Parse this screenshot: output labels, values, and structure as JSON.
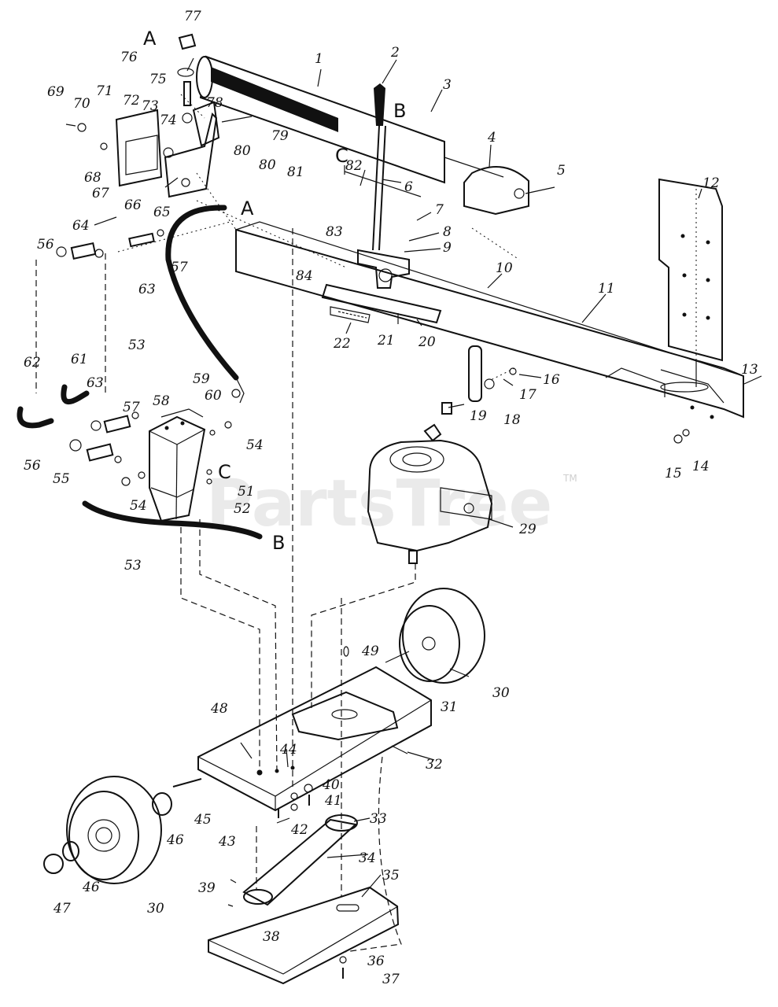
{
  "watermark": "PartsTree",
  "trademark": "TM",
  "connection_markers": [
    "A",
    "B",
    "C"
  ],
  "callouts": [
    {
      "id": "1",
      "label": "1"
    },
    {
      "id": "2",
      "label": "2"
    },
    {
      "id": "3",
      "label": "3"
    },
    {
      "id": "4",
      "label": "4"
    },
    {
      "id": "5",
      "label": "5"
    },
    {
      "id": "6",
      "label": "6"
    },
    {
      "id": "7",
      "label": "7"
    },
    {
      "id": "8",
      "label": "8"
    },
    {
      "id": "9",
      "label": "9"
    },
    {
      "id": "10",
      "label": "10"
    },
    {
      "id": "11",
      "label": "11"
    },
    {
      "id": "12",
      "label": "12"
    },
    {
      "id": "13",
      "label": "13"
    },
    {
      "id": "14",
      "label": "14"
    },
    {
      "id": "15",
      "label": "15"
    },
    {
      "id": "16",
      "label": "16"
    },
    {
      "id": "17",
      "label": "17"
    },
    {
      "id": "18",
      "label": "18"
    },
    {
      "id": "19",
      "label": "19"
    },
    {
      "id": "20",
      "label": "20"
    },
    {
      "id": "21",
      "label": "21"
    },
    {
      "id": "22",
      "label": "22"
    },
    {
      "id": "29",
      "label": "29"
    },
    {
      "id": "30a",
      "label": "30"
    },
    {
      "id": "30b",
      "label": "30"
    },
    {
      "id": "31",
      "label": "31"
    },
    {
      "id": "32",
      "label": "32"
    },
    {
      "id": "33",
      "label": "33"
    },
    {
      "id": "34",
      "label": "34"
    },
    {
      "id": "35",
      "label": "35"
    },
    {
      "id": "36",
      "label": "36"
    },
    {
      "id": "37",
      "label": "37"
    },
    {
      "id": "38",
      "label": "38"
    },
    {
      "id": "39",
      "label": "39"
    },
    {
      "id": "40",
      "label": "40"
    },
    {
      "id": "41",
      "label": "41"
    },
    {
      "id": "42",
      "label": "42"
    },
    {
      "id": "43",
      "label": "43"
    },
    {
      "id": "44",
      "label": "44"
    },
    {
      "id": "45",
      "label": "45"
    },
    {
      "id": "46a",
      "label": "46"
    },
    {
      "id": "46b",
      "label": "46"
    },
    {
      "id": "47",
      "label": "47"
    },
    {
      "id": "48",
      "label": "48"
    },
    {
      "id": "49",
      "label": "49"
    },
    {
      "id": "51",
      "label": "51"
    },
    {
      "id": "52",
      "label": "52"
    },
    {
      "id": "53a",
      "label": "53"
    },
    {
      "id": "53b",
      "label": "53"
    },
    {
      "id": "54a",
      "label": "54"
    },
    {
      "id": "54b",
      "label": "54"
    },
    {
      "id": "55",
      "label": "55"
    },
    {
      "id": "56a",
      "label": "56"
    },
    {
      "id": "56b",
      "label": "56"
    },
    {
      "id": "57a",
      "label": "57"
    },
    {
      "id": "57b",
      "label": "57"
    },
    {
      "id": "58",
      "label": "58"
    },
    {
      "id": "59",
      "label": "59"
    },
    {
      "id": "60",
      "label": "60"
    },
    {
      "id": "61",
      "label": "61"
    },
    {
      "id": "62",
      "label": "62"
    },
    {
      "id": "63a",
      "label": "63"
    },
    {
      "id": "63b",
      "label": "63"
    },
    {
      "id": "64",
      "label": "64"
    },
    {
      "id": "65",
      "label": "65"
    },
    {
      "id": "66",
      "label": "66"
    },
    {
      "id": "67",
      "label": "67"
    },
    {
      "id": "68",
      "label": "68"
    },
    {
      "id": "69",
      "label": "69"
    },
    {
      "id": "70",
      "label": "70"
    },
    {
      "id": "71",
      "label": "71"
    },
    {
      "id": "72",
      "label": "72"
    },
    {
      "id": "73",
      "label": "73"
    },
    {
      "id": "74",
      "label": "74"
    },
    {
      "id": "75",
      "label": "75"
    },
    {
      "id": "76",
      "label": "76"
    },
    {
      "id": "77",
      "label": "77"
    },
    {
      "id": "78",
      "label": "78"
    },
    {
      "id": "79",
      "label": "79"
    },
    {
      "id": "80a",
      "label": "80"
    },
    {
      "id": "80b",
      "label": "80"
    },
    {
      "id": "81",
      "label": "81"
    },
    {
      "id": "82",
      "label": "82"
    },
    {
      "id": "83",
      "label": "83"
    },
    {
      "id": "84",
      "label": "84"
    }
  ]
}
